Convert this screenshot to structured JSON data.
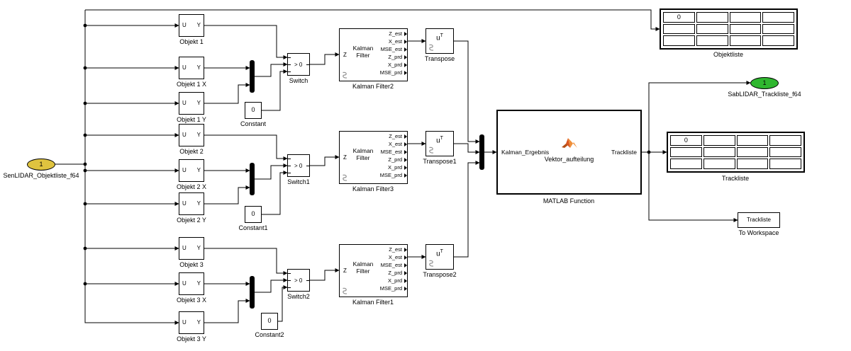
{
  "blocks": {
    "inport": {
      "number": "1",
      "label": "SenLIDAR_Objektliste_f64"
    },
    "outport": {
      "number": "1",
      "label": "SabLIDAR_Trackliste_f64"
    },
    "selector_ports": {
      "in": "U",
      "out": "Y"
    },
    "selectors": [
      {
        "label": "Objekt 1"
      },
      {
        "label": "Objekt 1 X"
      },
      {
        "label": "Objekt 1 Y"
      },
      {
        "label": "Objekt 2"
      },
      {
        "label": "Objekt 2 X"
      },
      {
        "label": "Objekt 2 Y"
      },
      {
        "label": "Objekt 3"
      },
      {
        "label": "Objekt 3 X"
      },
      {
        "label": "Objekt 3 Y"
      }
    ],
    "switches": [
      {
        "criteria": "> 0",
        "label": "Switch"
      },
      {
        "criteria": "> 0",
        "label": "Switch1"
      },
      {
        "criteria": "> 0",
        "label": "Switch2"
      }
    ],
    "constants": [
      {
        "value": "0",
        "label": "Constant"
      },
      {
        "value": "0",
        "label": "Constant1"
      },
      {
        "value": "0",
        "label": "Constant2"
      }
    ],
    "kalman": {
      "title": "Kalman Filter",
      "in_port": "Z",
      "out_ports": [
        "Z_est",
        "X_est",
        "MSE_est",
        "Z_prd",
        "X_prd",
        "MSE_prd"
      ],
      "labels": [
        "Kalman Filter2",
        "Kalman Filter3",
        "Kalman Filter1"
      ]
    },
    "transpose": {
      "glyph_base": "u",
      "glyph_sup": "T",
      "labels": [
        "Transpose",
        "Transpose1",
        "Transpose2"
      ]
    },
    "matlab_function": {
      "in_label": "Kalman_Ergebnis",
      "out_label": "Trackliste",
      "function_name": "Vektor_aufteilung",
      "label": "MATLAB Function"
    },
    "displays": [
      {
        "value": "0",
        "label": "Objektliste"
      },
      {
        "value": "0",
        "label": "Trackliste"
      }
    ],
    "to_workspace": {
      "text": "Trackliste",
      "label": "To Workspace"
    }
  },
  "colors": {
    "background": "#ffffff",
    "wire": "#000000",
    "inport_fill": "#dfc33f",
    "outport_fill": "#2fb72f"
  }
}
